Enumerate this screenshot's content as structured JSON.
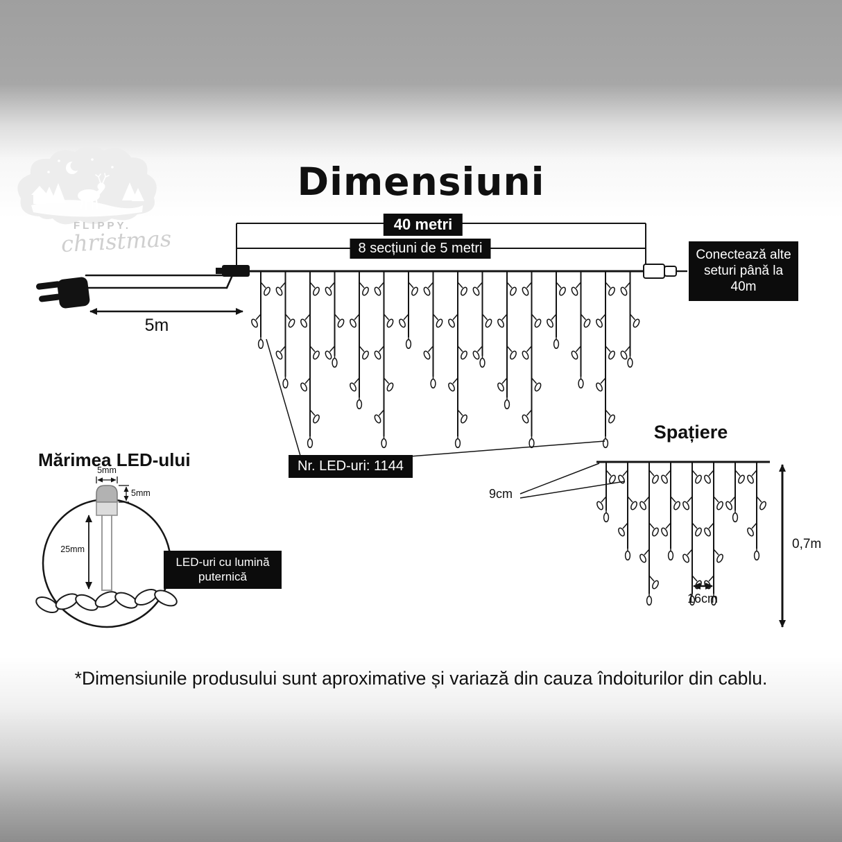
{
  "title": "Dimensiuni",
  "logo": {
    "brand": "FLIPPY.",
    "sub": "christmas"
  },
  "main_diagram": {
    "total_length_label": "40 metri",
    "sections_label": "8 secțiuni de 5 metri",
    "lead_label": "5m",
    "connect_label": "Conectează alte seturi până la 40m",
    "led_count_label": "Nr. LED-uri: 1144"
  },
  "spacing_diagram": {
    "title": "Spațiere",
    "wire_spacing": "9cm",
    "drop_spacing": "16cm",
    "drop_length": "0,7m"
  },
  "led_diagram": {
    "title": "Mărimea LED-ului",
    "bulb_width": "5mm",
    "bulb_height": "5mm",
    "led_height": "25mm",
    "note": "LED-uri cu lumină puternică"
  },
  "footer": {
    "disclaimer": "*Dimensiunile produsului sunt aproximative și variază din cauza îndoiturilor din cablu."
  },
  "colors": {
    "label_box_bg": "#0c0c0c",
    "label_box_text": "#ffffff",
    "line_color": "#141414",
    "background_gray": "#a0a0a0",
    "logo_text": "#c8c8c8"
  }
}
